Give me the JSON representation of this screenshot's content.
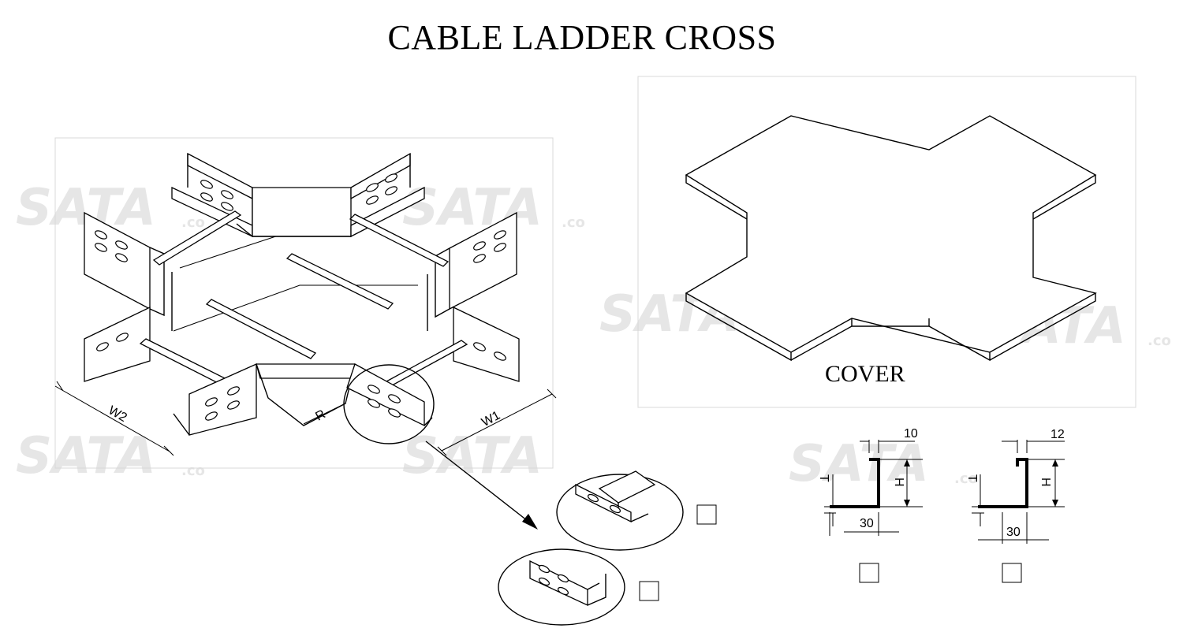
{
  "title": "CABLE LADDER CROSS",
  "cover_label": "COVER",
  "dimensions": {
    "w1": "W1",
    "w2": "W2",
    "r": "R",
    "profile_a": {
      "lip": "10",
      "height": "H",
      "thickness": "T",
      "base": "30"
    },
    "profile_b": {
      "lip": "12",
      "height": "H",
      "thickness": "T",
      "base": "30"
    }
  },
  "watermark": {
    "text": "SATA",
    "suffix": ".co"
  },
  "checkboxes": [
    {
      "id": "detail-a",
      "checked": false
    },
    {
      "id": "detail-b",
      "checked": false
    },
    {
      "id": "profile-a",
      "checked": false
    },
    {
      "id": "profile-b",
      "checked": false
    }
  ]
}
